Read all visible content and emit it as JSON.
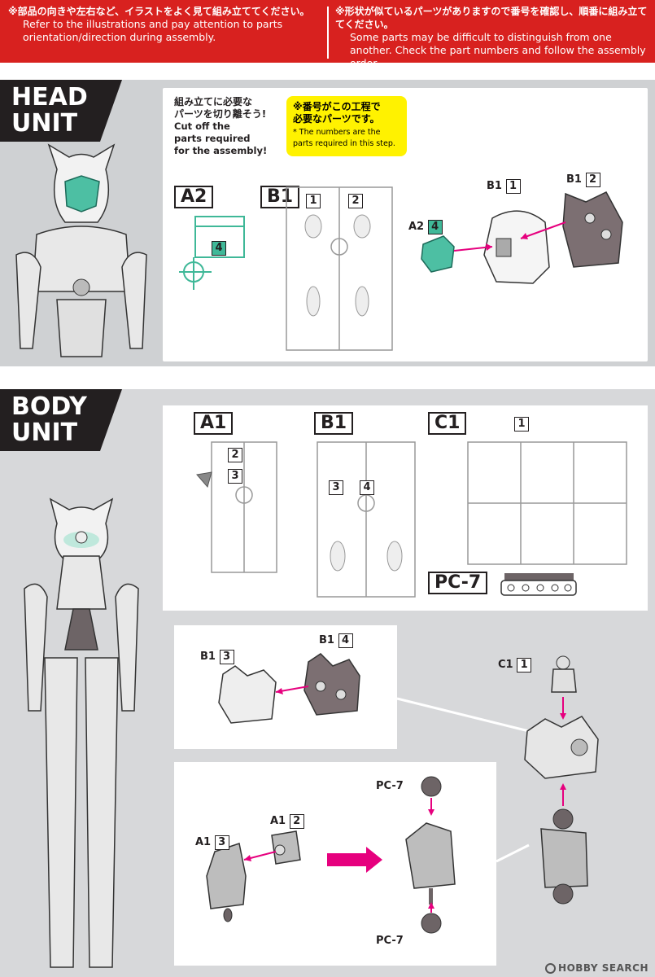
{
  "banner": {
    "left_jp": "※部品の向きや左右など、イラストをよく見て組み立ててください。",
    "left_en": "Refer to the illustrations and pay attention to parts orientation/direction during assembly.",
    "right_jp": "※形状が似ているパーツがありますので番号を確認し、順番に組み立ててください。",
    "right_en": "Some parts may be difficult to distinguish from one another. Check the part numbers and follow the assembly order."
  },
  "head": {
    "tag_line1": "HEAD",
    "tag_line2": "UNIT",
    "cut_jp1": "組み立てに必要な",
    "cut_jp2": "パーツを切り離そう!",
    "cut_en1": "Cut off the",
    "cut_en2": "parts required",
    "cut_en3": "for the assembly!",
    "note_jp1": "※番号がこの工程で",
    "note_jp2": "必要なパーツです。",
    "note_en1": "* The numbers are the",
    "note_en2": "parts required in this step.",
    "runner_a2": "A2",
    "runner_b1": "B1",
    "a2_part": "4",
    "b1_part1": "1",
    "b1_part2": "2",
    "asm_a2": "A2",
    "asm_a2_num": "4",
    "asm_b1a": "B1",
    "asm_b1a_num": "1",
    "asm_b1b": "B1",
    "asm_b1b_num": "2"
  },
  "body": {
    "tag_line1": "BODY",
    "tag_line2": "UNIT",
    "runner_a1": "A1",
    "runner_b1": "B1",
    "runner_c1": "C1",
    "runner_pc7": "PC-7",
    "a1_part1": "2",
    "a1_part2": "3",
    "b1_part1": "3",
    "b1_part2": "4",
    "c1_part": "1",
    "step1_left": "B1",
    "step1_left_num": "3",
    "step1_right": "B1",
    "step1_right_num": "4",
    "step2_a1b": "A1",
    "step2_a1b_num": "2",
    "step2_a1a": "A1",
    "step2_a1a_num": "3",
    "step2_pc_top": "PC-7",
    "step2_pc_bottom": "PC-7",
    "final_c1": "C1",
    "final_c1_num": "1"
  },
  "watermark": "HOBBY SEARCH",
  "colors": {
    "banner": "#d8211f",
    "accent_pink": "#e6007e",
    "part_green": "#3fb898",
    "note_yellow": "#fff200"
  }
}
